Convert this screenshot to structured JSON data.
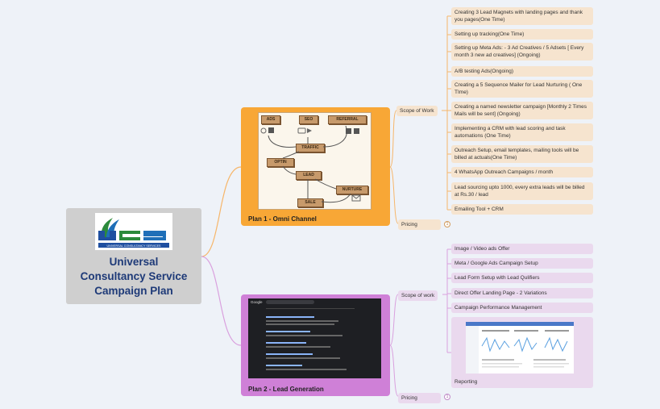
{
  "root": {
    "title_lines": [
      "Universal",
      "Consultancy Service",
      "Campaign Plan"
    ],
    "logo_caption": "UNIVERSAL   CONSULTANCY SERVICES",
    "logo_letters": "UCS"
  },
  "plans": [
    {
      "title": "Plan 1 - Omni Channel",
      "illustration_labels": [
        "ADS",
        "SEO",
        "REFERRAL",
        "TRAFFIC",
        "OPTIN",
        "LEAD",
        "NURTURE",
        "SALE"
      ],
      "branches": {
        "scope_label": "Scope of Work",
        "scope_items": [
          "Creating 3 Lead Magnets with landing pages and thank you pages(One Time)",
          "Setting up tracking(One Time)",
          "Setting up Meta Ads: - 3 Ad Creatives / 5 Adsets [ Every month 3 new ad creatives] (Ongoing)",
          "A/B testing Ads(Ongoing)",
          "Creating a 5 Sequence Mailer for Lead Nurturing ( One TIme)",
          "Creating a named newsletter campaign [Monthly 2 Times Mails will be sent] (Ongoing)",
          "Implementing a CRM with lead scoring and task automations (One Time)",
          "Outreach Setup, email templates, mailing tools will be billed at actuals(One Time)",
          "4 WhatsApp Outreach Campaigns / month",
          "Lead sourcing upto 1000, every extra leads will be billed at Rs.30 / lead",
          "Emailing Tool + CRM"
        ],
        "pricing_label": "Pricing",
        "pricing_badge": "1"
      }
    },
    {
      "title": "Plan 2 - Lead Generation",
      "illustration_labels": [
        "Google"
      ],
      "branches": {
        "scope_label": "Scope of work",
        "scope_items": [
          "Image / Video ads Offer",
          "Meta / Google Ads Campaign Setup",
          "Lead Form Setup with Lead Qulifiers",
          "Direct Offer Landing Page - 2 Variations",
          "Campaign Performance Management",
          "Reporting"
        ],
        "pricing_label": "Pricing",
        "pricing_badge": "1"
      }
    }
  ],
  "colors": {
    "background": "#eef2f8",
    "plan1": "#f8a736",
    "plan2": "#cf80d7",
    "root": "#cfcfcf",
    "title": "#1e3a78"
  }
}
